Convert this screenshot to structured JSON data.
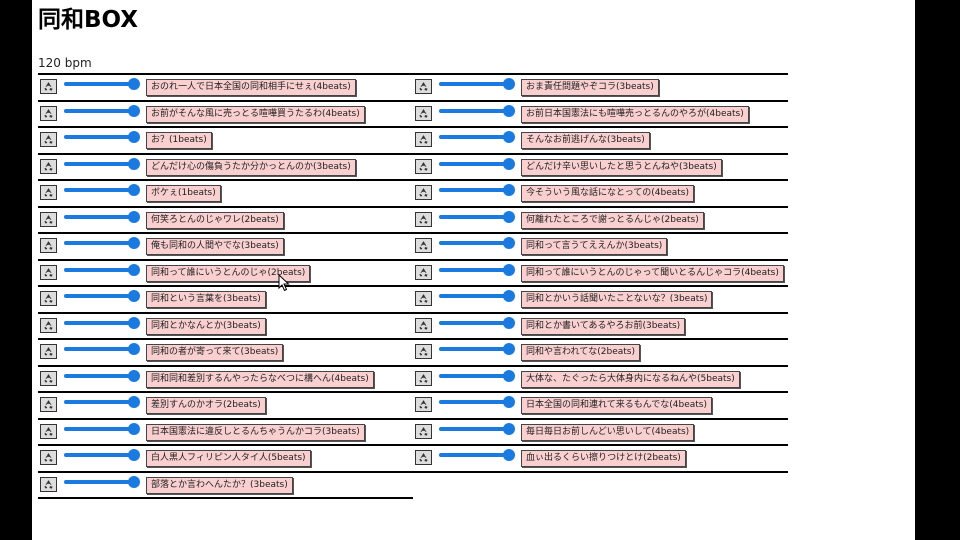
{
  "title": "同和BOX",
  "bpm_text": "120 bpm",
  "colors": {
    "slider": "#1a7ae0",
    "clip_bg": "#f9cfcf"
  },
  "icons": {
    "reset": "recycle-icon"
  },
  "left_clips": [
    {
      "label": "おのれ一人で日本全国の同和相手にせぇ(4beats)",
      "volume": 1
    },
    {
      "label": "お前がそんな風に売っとる喧嘩買うたるわ(4beats)",
      "volume": 1
    },
    {
      "label": "お？(1beats)",
      "volume": 1
    },
    {
      "label": "どんだけ心の傷負うたか分かっとんのか(3beats)",
      "volume": 1
    },
    {
      "label": "ボケぇ(1beats)",
      "volume": 1
    },
    {
      "label": "何笑ろとんのじゃワレ(2beats)",
      "volume": 1
    },
    {
      "label": "俺も同和の人間やでな(3beats)",
      "volume": 1
    },
    {
      "label": "同和って誰にいうとんのじゃ(2beats)",
      "volume": 1
    },
    {
      "label": "同和という言葉を(3beats)",
      "volume": 1
    },
    {
      "label": "同和とかなんとか(3beats)",
      "volume": 1
    },
    {
      "label": "同和の者が寄って来て(3beats)",
      "volume": 1
    },
    {
      "label": "同和同和差別するんやったらなべつに構へん(4beats)",
      "volume": 1
    },
    {
      "label": "差別すんのかオラ(2beats)",
      "volume": 1
    },
    {
      "label": "日本国憲法に違反しとるんちゃうんかコラ(3beats)",
      "volume": 1
    },
    {
      "label": "白人黒人フィリピン人タイ人(5beats)",
      "volume": 1
    },
    {
      "label": "部落とか言わへんたか？(3beats)",
      "volume": 1
    }
  ],
  "right_clips": [
    {
      "label": "おま責任問題やぞコラ(3beats)",
      "volume": 1
    },
    {
      "label": "お前日本国憲法にも喧嘩売っとるんのやろが(4beats)",
      "volume": 1
    },
    {
      "label": "そんなお前逃げんな(3beats)",
      "volume": 1
    },
    {
      "label": "どんだけ辛い思いしたと思うとんねや(3beats)",
      "volume": 1
    },
    {
      "label": "今そういう風な話になとっての(4beats)",
      "volume": 1
    },
    {
      "label": "何離れたところで謝っとるんじゃ(2beats)",
      "volume": 1
    },
    {
      "label": "同和って言うてええんか(3beats)",
      "volume": 1
    },
    {
      "label": "同和って誰にいうとんのじゃって聞いとるんじゃコラ(4beats)",
      "volume": 1
    },
    {
      "label": "同和とかいう話聞いたことないな？(3beats)",
      "volume": 1
    },
    {
      "label": "同和とか書いてあるやろお前(3beats)",
      "volume": 1
    },
    {
      "label": "同和や言われてな(2beats)",
      "volume": 1
    },
    {
      "label": "大体な、たぐったら大体身内になるねんや(5beats)",
      "volume": 1
    },
    {
      "label": "日本全国の同和連れて来るもんでな(4beats)",
      "volume": 1
    },
    {
      "label": "毎日毎日お前しんどい思いして(4beats)",
      "volume": 1
    },
    {
      "label": "血ぃ出るくらい擦りつけとけ(2beats)",
      "volume": 1
    }
  ]
}
